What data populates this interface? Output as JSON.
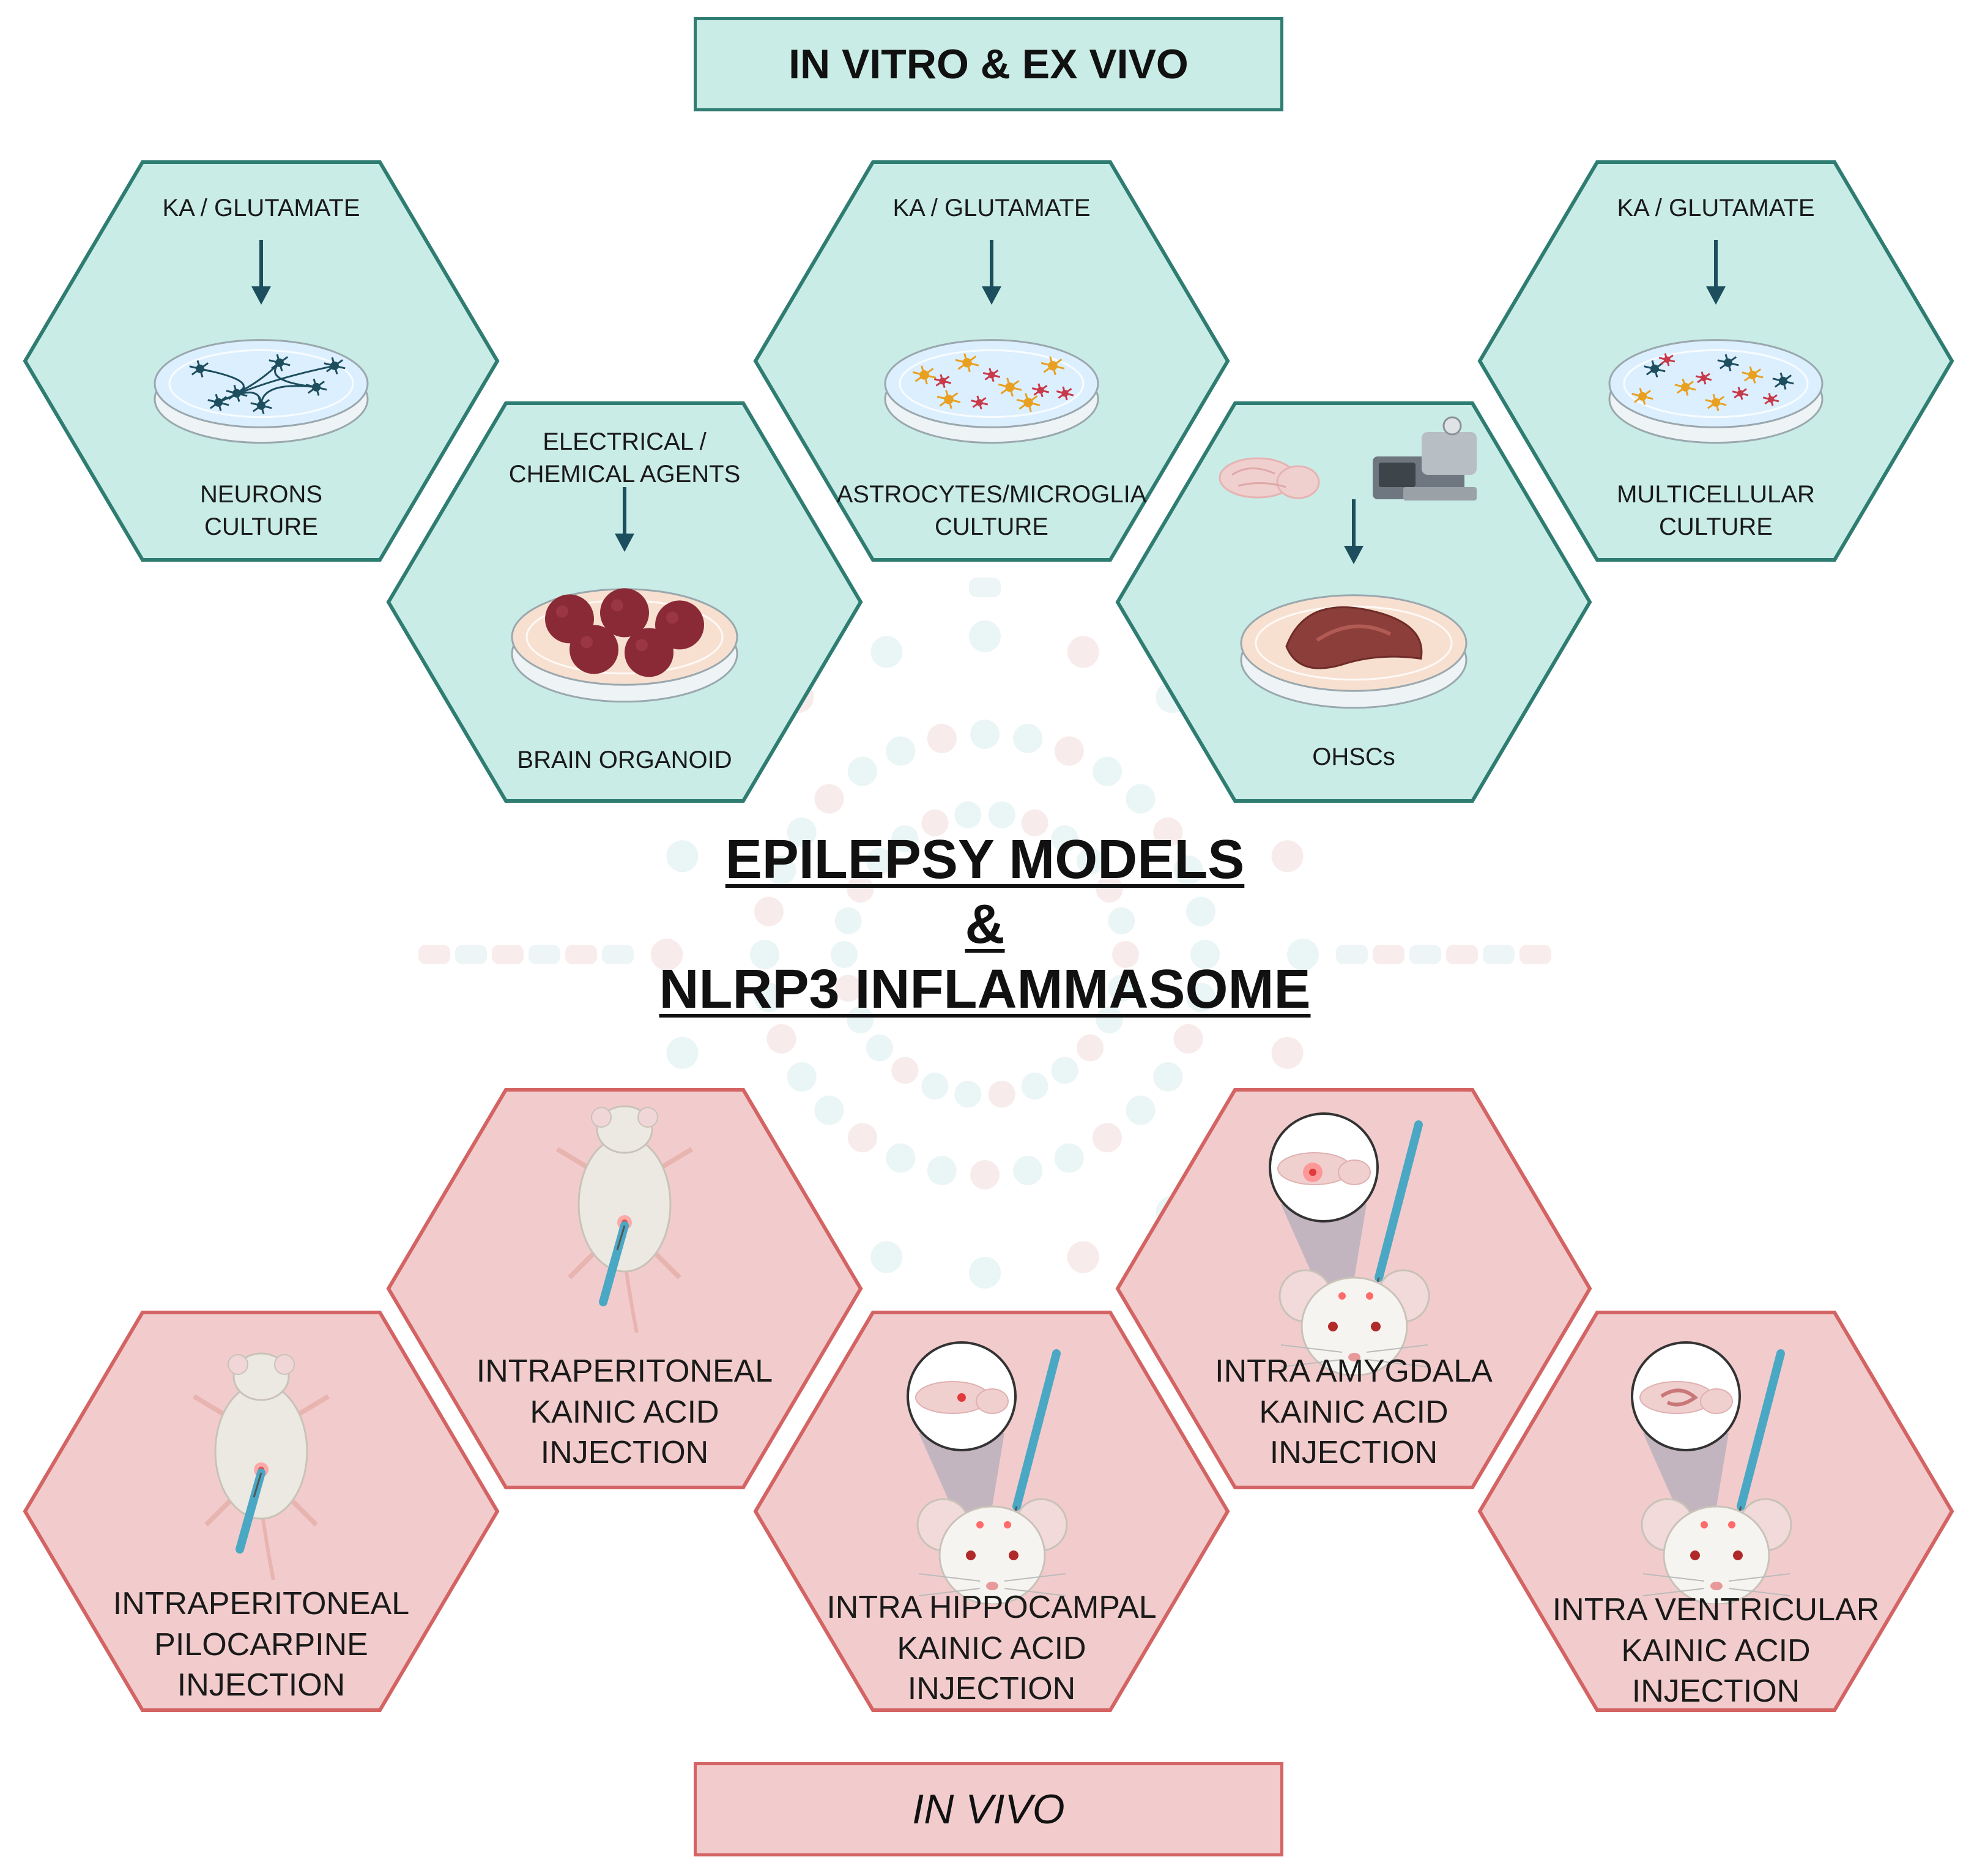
{
  "title": {
    "line1": "EPILEPSY MODELS",
    "line2": "&",
    "line3": "NLRP3 INFLAMMASOME"
  },
  "in_vitro": {
    "banner": "IN VITRO & EX VIVO",
    "neurons": {
      "agent": "KA / GLUTAMATE",
      "label1": "NEURONS",
      "label2": "CULTURE"
    },
    "organoid": {
      "agent1": "ELECTRICAL /",
      "agent2": "CHEMICAL AGENTS",
      "label1": "BRAIN ORGANOID"
    },
    "glia": {
      "agent": "KA / GLUTAMATE",
      "label1": "ASTROCYTES/MICROGLIA",
      "label2": "CULTURE"
    },
    "ohsc": {
      "label1": "OHSCs"
    },
    "multi": {
      "agent": "KA / GLUTAMATE",
      "label1": "MULTICELLULAR",
      "label2": "CULTURE"
    }
  },
  "in_vivo": {
    "banner": "IN VIVO",
    "ip_pilo": {
      "label1": "INTRAPERITONEAL",
      "label2": "PILOCARPINE",
      "label3": "INJECTION"
    },
    "ip_ka": {
      "label1": "INTRAPERITONEAL",
      "label2": "KAINIC ACID",
      "label3": "INJECTION"
    },
    "hippo": {
      "label1": "INTRA HIPPOCAMPAL",
      "label2": "KAINIC ACID",
      "label3": "INJECTION"
    },
    "amyg": {
      "label1": "INTRA AMYGDALA",
      "label2": "KAINIC ACID",
      "label3": "INJECTION"
    },
    "ventr": {
      "label1": "INTRA VENTRICULAR",
      "label2": "KAINIC ACID",
      "label3": "INJECTION"
    }
  },
  "colors": {
    "teal_fill": "#c9ece6",
    "teal_stroke": "#2f7d72",
    "pink_fill": "#f2cccc",
    "pink_stroke": "#d46464",
    "arrow": "#1d4e5e",
    "neuron": "#1d4e5e",
    "astro": "#e8a020",
    "microglia": "#c83a4a",
    "organoid": "#8a2a36",
    "mouse": "#ece8e2",
    "brain": "#f0cfcf"
  }
}
